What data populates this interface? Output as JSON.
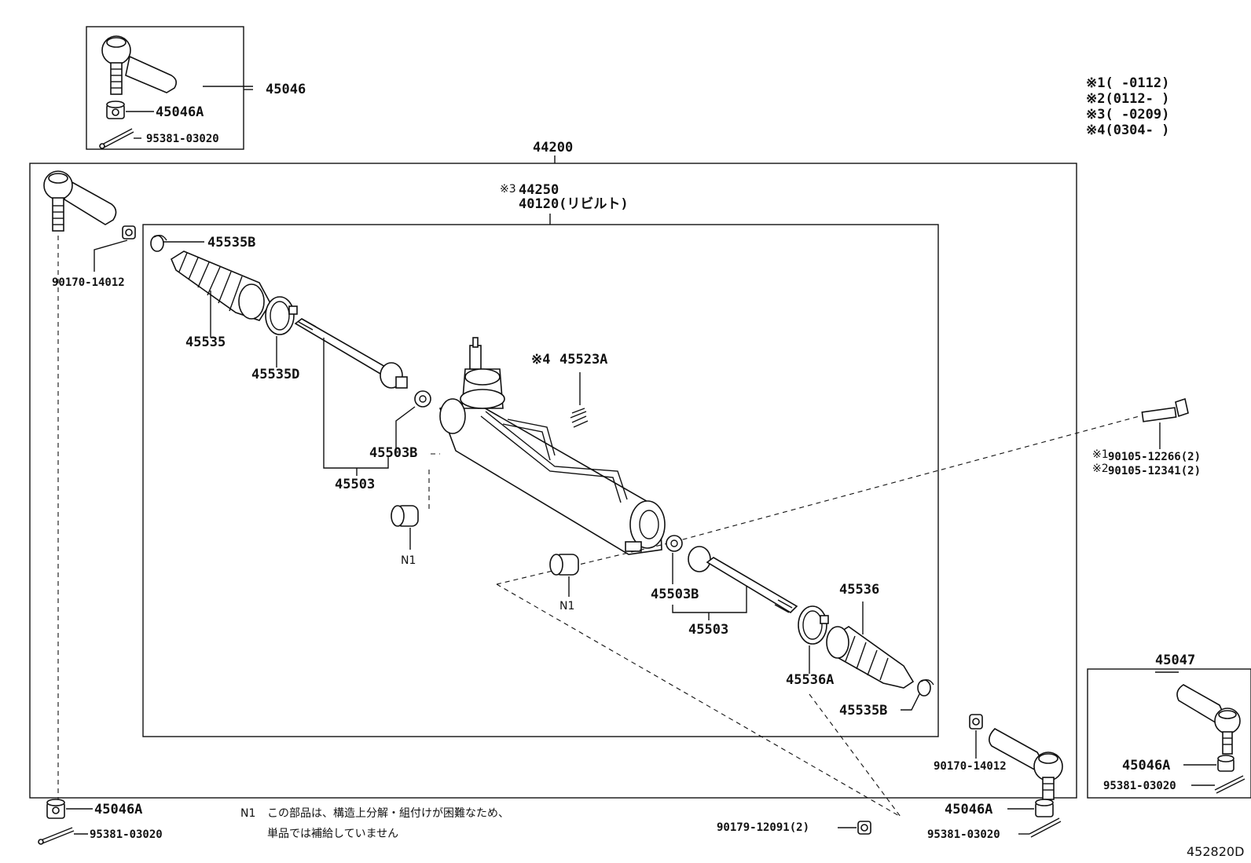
{
  "parts": {
    "p45046": "45046",
    "p45046a_top": "45046A",
    "p95381_top": "95381-03020",
    "p44200": "44200",
    "p44250": "44250",
    "p44250_mark": "※3",
    "p40120": "40120(リビルト)",
    "p45535b_top": "45535B",
    "p90170_left": "90170-14012",
    "p45535": "45535",
    "p45535d": "45535D",
    "p45523a": "45523A",
    "p45523a_mark": "※4",
    "p45503b_left": "45503B",
    "p45503_left": "45503",
    "n1_left": "N1",
    "n1_mid": "N1",
    "p45503b_right": "45503B",
    "p45503_right": "45503",
    "p45536": "45536",
    "p45536a": "45536A",
    "p45535b_bottom": "45535B",
    "p90105_a": "90105-12266(2)",
    "p90105_a_mark": "※1",
    "p90105_b": "90105-12341(2)",
    "p90105_b_mark": "※2",
    "p90170_right": "90170-14012",
    "p45047": "45047",
    "p45046a_right": "45046A",
    "p95381_right": "95381-03020",
    "p45046a_bl": "45046A",
    "p95381_bl": "95381-03020",
    "p90179": "90179-12091(2)",
    "p45046a_bm": "45046A",
    "p95381_bm": "95381-03020",
    "diagram_id": "452820D"
  },
  "legend": [
    "※1(     -0112)",
    "※2(0112-     )",
    "※3(     -0209)",
    "※4(0304-     )"
  ],
  "note": {
    "tag": "N1",
    "line1": "この部品は、構造上分解・組付けが困難なため、",
    "line2": "単品では補給していません"
  }
}
